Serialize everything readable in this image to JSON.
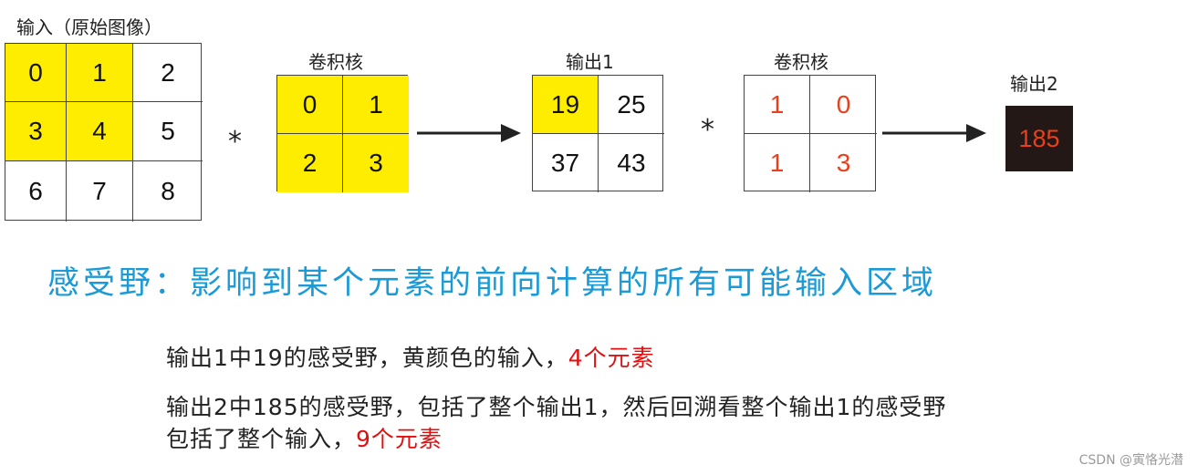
{
  "input": {
    "label": "输入（原始图像）",
    "cells": [
      "0",
      "1",
      "2",
      "3",
      "4",
      "5",
      "6",
      "7",
      "8"
    ]
  },
  "operator1": "*",
  "kernel1": {
    "label": "卷积核",
    "cells": [
      "0",
      "1",
      "2",
      "3"
    ]
  },
  "output1": {
    "label": "输出1",
    "cells": [
      "19",
      "25",
      "37",
      "43"
    ]
  },
  "operator2": "*",
  "kernel2": {
    "label": "卷积核",
    "cells": [
      "1",
      "0",
      "1",
      "3"
    ]
  },
  "output2": {
    "label": "输出2",
    "value": "185"
  },
  "colors": {
    "highlight": "#ffed00",
    "accent_red": "#e8401c",
    "title_blue": "#1a9ad6",
    "output_bg": "#231815"
  },
  "definition": "感受野：影响到某个元素的前向计算的所有可能输入区域",
  "notes": {
    "line1_text": "输出1中19的感受野，黄颜色的输入，",
    "line1_highlight": "4个元素",
    "line2_text": "输出2中185的感受野，包括了整个输出1，然后回溯看整个输出1的感受野",
    "line3_text": "包括了整个输入，",
    "line3_highlight": "9个元素"
  },
  "watermark": "CSDN @寅恪光潜"
}
